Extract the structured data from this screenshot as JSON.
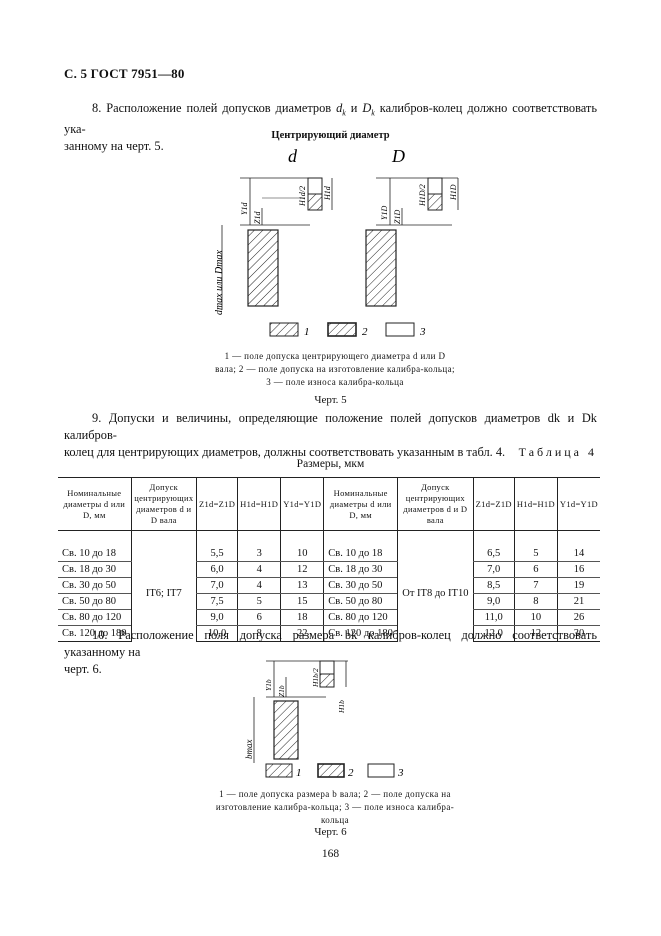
{
  "header": {
    "title": "С. 5 ГОСТ 7951—80"
  },
  "para8": {
    "number": "8.",
    "text_before": "Расположение полей допусков диаметров ",
    "d_symbol": "d",
    "d_sub": "k",
    "and": " и ",
    "D_symbol": "D",
    "D_sub": "k",
    "text_line1_end": " калибров-колец должно соответствовать ука-",
    "text_line2": "занному на черт. 5."
  },
  "figure5": {
    "title": "Центрирующий диаметр",
    "left_letter": "d",
    "right_letter": "D",
    "axis_label": "dmax или Dmax",
    "left_dims": [
      "Y1d",
      "Z1d",
      "H1d/2",
      "H1d"
    ],
    "right_dims": [
      "Y1D",
      "Z1D",
      "H1D/2",
      "H1D"
    ],
    "legend": [
      "1",
      "2",
      "3"
    ],
    "caption_line1": "1 — поле допуска центрирующего диаметра d или D",
    "caption_line2": "вала; 2 — поле допуска на изготовление калибра-кольца;",
    "caption_line3": "3 — поле износа калибра-кольца",
    "label": "Черт. 5"
  },
  "para9": {
    "number": "9.",
    "text_line1": "Допуски и величины, определяющие положение полей допусков диаметров dk и Dk калибров-",
    "text_line2": "колец для центрирующих диаметров, должны соответствовать указанным в табл. 4."
  },
  "table4": {
    "title": "Таблица 4",
    "units": "Размеры, мкм",
    "headers": [
      "Номинальные диаметры d или D, мм",
      "Допуск центрирующих диаметров d и D вала",
      "Z1d=Z1D",
      "H1d=H1D",
      "Y1d=Y1D",
      "Номинальные диаметры d или D, мм",
      "Допуск центрирующих диаметров d и D вала",
      "Z1d=Z1D",
      "H1d=H1D",
      "Y1d=Y1D"
    ],
    "left_tolerance": "IT6; IT7",
    "right_tolerance": "От IT8 до IT10",
    "rows": [
      {
        "range": "Св. 10 до 18",
        "z": "5,5",
        "h": "3",
        "y": "10",
        "range2": "Св. 10 до 18",
        "z2": "6,5",
        "h2": "5",
        "y2": "14"
      },
      {
        "range": "Св. 18 до 30",
        "z": "6,0",
        "h": "4",
        "y": "12",
        "range2": "Св. 18 до 30",
        "z2": "7,0",
        "h2": "6",
        "y2": "16"
      },
      {
        "range": "Св. 30 до 50",
        "z": "7,0",
        "h": "4",
        "y": "13",
        "range2": "Св. 30 до 50",
        "z2": "8,5",
        "h2": "7",
        "y2": "19"
      },
      {
        "range": "Св. 50 до 80",
        "z": "7,5",
        "h": "5",
        "y": "15",
        "range2": "Св. 50 до 80",
        "z2": "9,0",
        "h2": "8",
        "y2": "21"
      },
      {
        "range": "Св. 80 до 120",
        "z": "9,0",
        "h": "6",
        "y": "18",
        "range2": "Св. 80 до 120",
        "z2": "11,0",
        "h2": "10",
        "y2": "26"
      },
      {
        "range": "Св. 120 до 180",
        "z": "10,0",
        "h": "8",
        "y": "22",
        "range2": "Св. 120 до 180",
        "z2": "12,0",
        "h2": "12",
        "y2": "30"
      }
    ]
  },
  "para10": {
    "number": "10.",
    "text_line1": "Расположение поля допуска размера bk калибров-колец должно соответствовать указанному на",
    "text_line2": "черт. 6."
  },
  "figure6": {
    "axis_label": "bmax",
    "dims": [
      "Y1b",
      "Z1b",
      "H1b/2",
      "H1b"
    ],
    "legend": [
      "1",
      "2",
      "3"
    ],
    "caption_line1": "1 — поле допуска размера b вала; 2 — поле допуска на",
    "caption_line2": "изготовление калибра-кольца; 3 — поле износа калибра-",
    "caption_line3": "кольца",
    "label": "Черт. 6"
  },
  "footer": {
    "page_number": "168"
  }
}
